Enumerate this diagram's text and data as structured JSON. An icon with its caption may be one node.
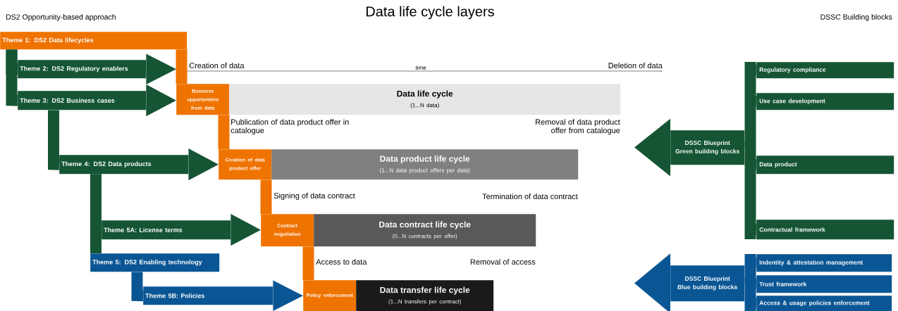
{
  "diagram": {
    "title": "Data life cycle layers",
    "nodes": [
      {
        "text": [
          "Theme 1: DS2 Data lifecycles"
        ]
      },
      {
        "text": [
          "Theme 2: DS2 Regulatory enablers"
        ]
      },
      {
        "text": [
          "Theme 3: DS2 Business cases"
        ]
      },
      {
        "text": [
          "Theme 4: DS2 Data products"
        ]
      },
      {
        "text": [
          "Theme 5A: License terms"
        ]
      },
      {
        "text": [
          "Theme 5: DS2 Enabling technology"
        ]
      },
      {
        "text": [
          "Theme 5B: Policies"
        ]
      },
      {
        "text": [
          "Business opportunities from data"
        ]
      },
      {
        "text": [
          "Creation of data product offer"
        ]
      },
      {
        "text": [
          "Contract negotiation"
        ]
      },
      {
        "text": [
          "Policy enforcement"
        ]
      },
      {
        "text": [
          "Data life cycle",
          "(1...N data)"
        ]
      },
      {
        "text": [
          "Data product life cycle",
          "(1...N data product offers per data)"
        ]
      },
      {
        "text": [
          "Data contract life cycle",
          "(0...N contracts per offer)"
        ]
      },
      {
        "text": [
          "Data transfer life cycle",
          "(1...N transfers per contract)"
        ]
      },
      {
        "text": [
          "DSSC Blueprint",
          "Green building blocks"
        ]
      },
      {
        "text": [
          "Regulatory compliance"
        ]
      },
      {
        "text": [
          "Use case development"
        ]
      },
      {
        "text": [
          "Data product"
        ]
      },
      {
        "text": [
          "Contractual framework"
        ]
      },
      {
        "text": [
          "DSSC Blueprint",
          "Blue building blocks"
        ]
      },
      {
        "text": [
          "Indentity & attestation management"
        ]
      },
      {
        "text": [
          "Trust framework"
        ]
      },
      {
        "text": [
          "Access & usage policies enforcement"
        ]
      }
    ],
    "edges": [
      {
        "from": 0,
        "to": 1,
        "arrow": "none"
      },
      {
        "from": 0,
        "to": 2,
        "arrow": "none"
      },
      {
        "from": 2,
        "to": 3,
        "arrow": "none"
      },
      {
        "from": 3,
        "to": 4,
        "arrow": "none"
      },
      {
        "from": 3,
        "to": 5,
        "arrow": "none"
      },
      {
        "from": 5,
        "to": 6,
        "arrow": "none",
        "color": "#0a5694"
      },
      {
        "from": 0,
        "to": 7,
        "arrow": "none",
        "color": "#ef7300"
      },
      {
        "from": 7,
        "to": 8,
        "arrow": "none",
        "color": "#ef7300"
      },
      {
        "from": 8,
        "to": 9,
        "arrow": "none",
        "color": "#ef7300"
      },
      {
        "from": 9,
        "to": 10,
        "arrow": "none",
        "color": "#ef7300"
      },
      {
        "from": 1,
        "to": 7,
        "arrow": "to"
      },
      {
        "from": 2,
        "to": 7,
        "arrow": "to"
      },
      {
        "from": 3,
        "to": 8,
        "arrow": "to"
      },
      {
        "from": 4,
        "to": 9,
        "arrow": "to"
      },
      {
        "from": 6,
        "to": 10,
        "arrow": "to",
        "color": "#0a5694"
      },
      {
        "from": 16,
        "to": 15,
        "arrow": "none"
      },
      {
        "from": 17,
        "to": 15,
        "arrow": "none"
      },
      {
        "from": 18,
        "to": 15,
        "arrow": "none"
      },
      {
        "from": 19,
        "to": 15,
        "arrow": "none"
      },
      {
        "from": 15,
        "to": null,
        "arrow": "to"
      },
      {
        "from": 21,
        "to": 20,
        "arrow": "none",
        "color": "#0a5694"
      },
      {
        "from": 22,
        "to": 20,
        "arrow": "none",
        "color": "#0a5694"
      },
      {
        "from": 23,
        "to": 20,
        "arrow": "none",
        "color": "#0a5694"
      },
      {
        "from": 20,
        "to": null,
        "arrow": "to",
        "color": "#0a5694"
      }
    ],
    "labels": [
      "DS2 Opportunity-based approach",
      "DSSC Building blocks",
      "Creation of data",
      "time",
      "Deletion of data",
      "Publication of data product offer in catalogue",
      "Removal of data product offer from catalogue",
      "Signing of data contract",
      "Termination of data contract",
      "Access to data",
      "Removal of access"
    ]
  }
}
